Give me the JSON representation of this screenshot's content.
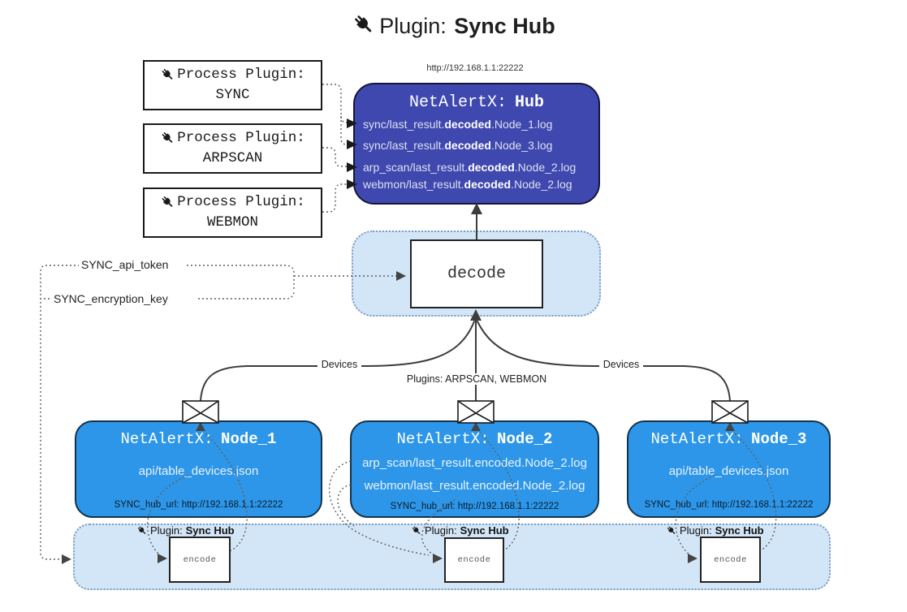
{
  "title": {
    "prefix": "Plugin:",
    "name": "Sync Hub"
  },
  "hub": {
    "url": "http://192.168.1.1:22222",
    "title_prefix": "NetAlertX:",
    "title_name": "Hub",
    "logs": [
      {
        "pre": "sync/last_result.",
        "bold": "decoded",
        "post": ".Node_1.log"
      },
      {
        "pre": "sync/last_result.",
        "bold": "decoded",
        "post": ".Node_3.log"
      },
      {
        "pre": "arp_scan/last_result.",
        "bold": "decoded",
        "post": ".Node_2.log"
      },
      {
        "pre": "webmon/last_result.",
        "bold": "decoded",
        "post": ".Node_2.log"
      }
    ]
  },
  "process_plugins": [
    {
      "label": "Process Plugin:",
      "name": "SYNC"
    },
    {
      "label": "Process Plugin:",
      "name": "ARPSCAN"
    },
    {
      "label": "Process Plugin:",
      "name": "WEBMON"
    }
  ],
  "decode": {
    "label": "decode"
  },
  "settings": {
    "api_token": "SYNC_api_token",
    "encryption_key": "SYNC_encryption_key"
  },
  "edges": {
    "devices_left": "Devices",
    "devices_right": "Devices",
    "plugins": "Plugins: ARPSCAN, WEBMON"
  },
  "nodes": [
    {
      "title_prefix": "NetAlertX:",
      "title_name": "Node_1",
      "files": [
        "api/table_devices.json"
      ],
      "hub_url": "SYNC_hub_url: http://192.168.1.1:22222"
    },
    {
      "title_prefix": "NetAlertX:",
      "title_name": "Node_2",
      "files": [
        "arp_scan/last_result.encoded.Node_2.log",
        "webmon/last_result.encoded.Node_2.log"
      ],
      "hub_url": "SYNC_hub_url: http://192.168.1.1:22222"
    },
    {
      "title_prefix": "NetAlertX:",
      "title_name": "Node_3",
      "files": [
        "api/table_devices.json"
      ],
      "hub_url": "SYNC_hub_url: http://192.168.1.1:22222"
    }
  ],
  "sync_plugin_band": {
    "labels": [
      {
        "prefix": "Plugin:",
        "name": "Sync Hub",
        "encode": "encode"
      },
      {
        "prefix": "Plugin:",
        "name": "Sync Hub",
        "encode": "encode"
      },
      {
        "prefix": "Plugin:",
        "name": "Sync Hub",
        "encode": "encode"
      }
    ]
  },
  "colors": {
    "hub_fill": "#3f48ae",
    "node_fill": "#2d96e8",
    "panel_fill": "#d3e6f8",
    "panel_border": "#7e9cc0",
    "line": "#3c3c3c"
  }
}
